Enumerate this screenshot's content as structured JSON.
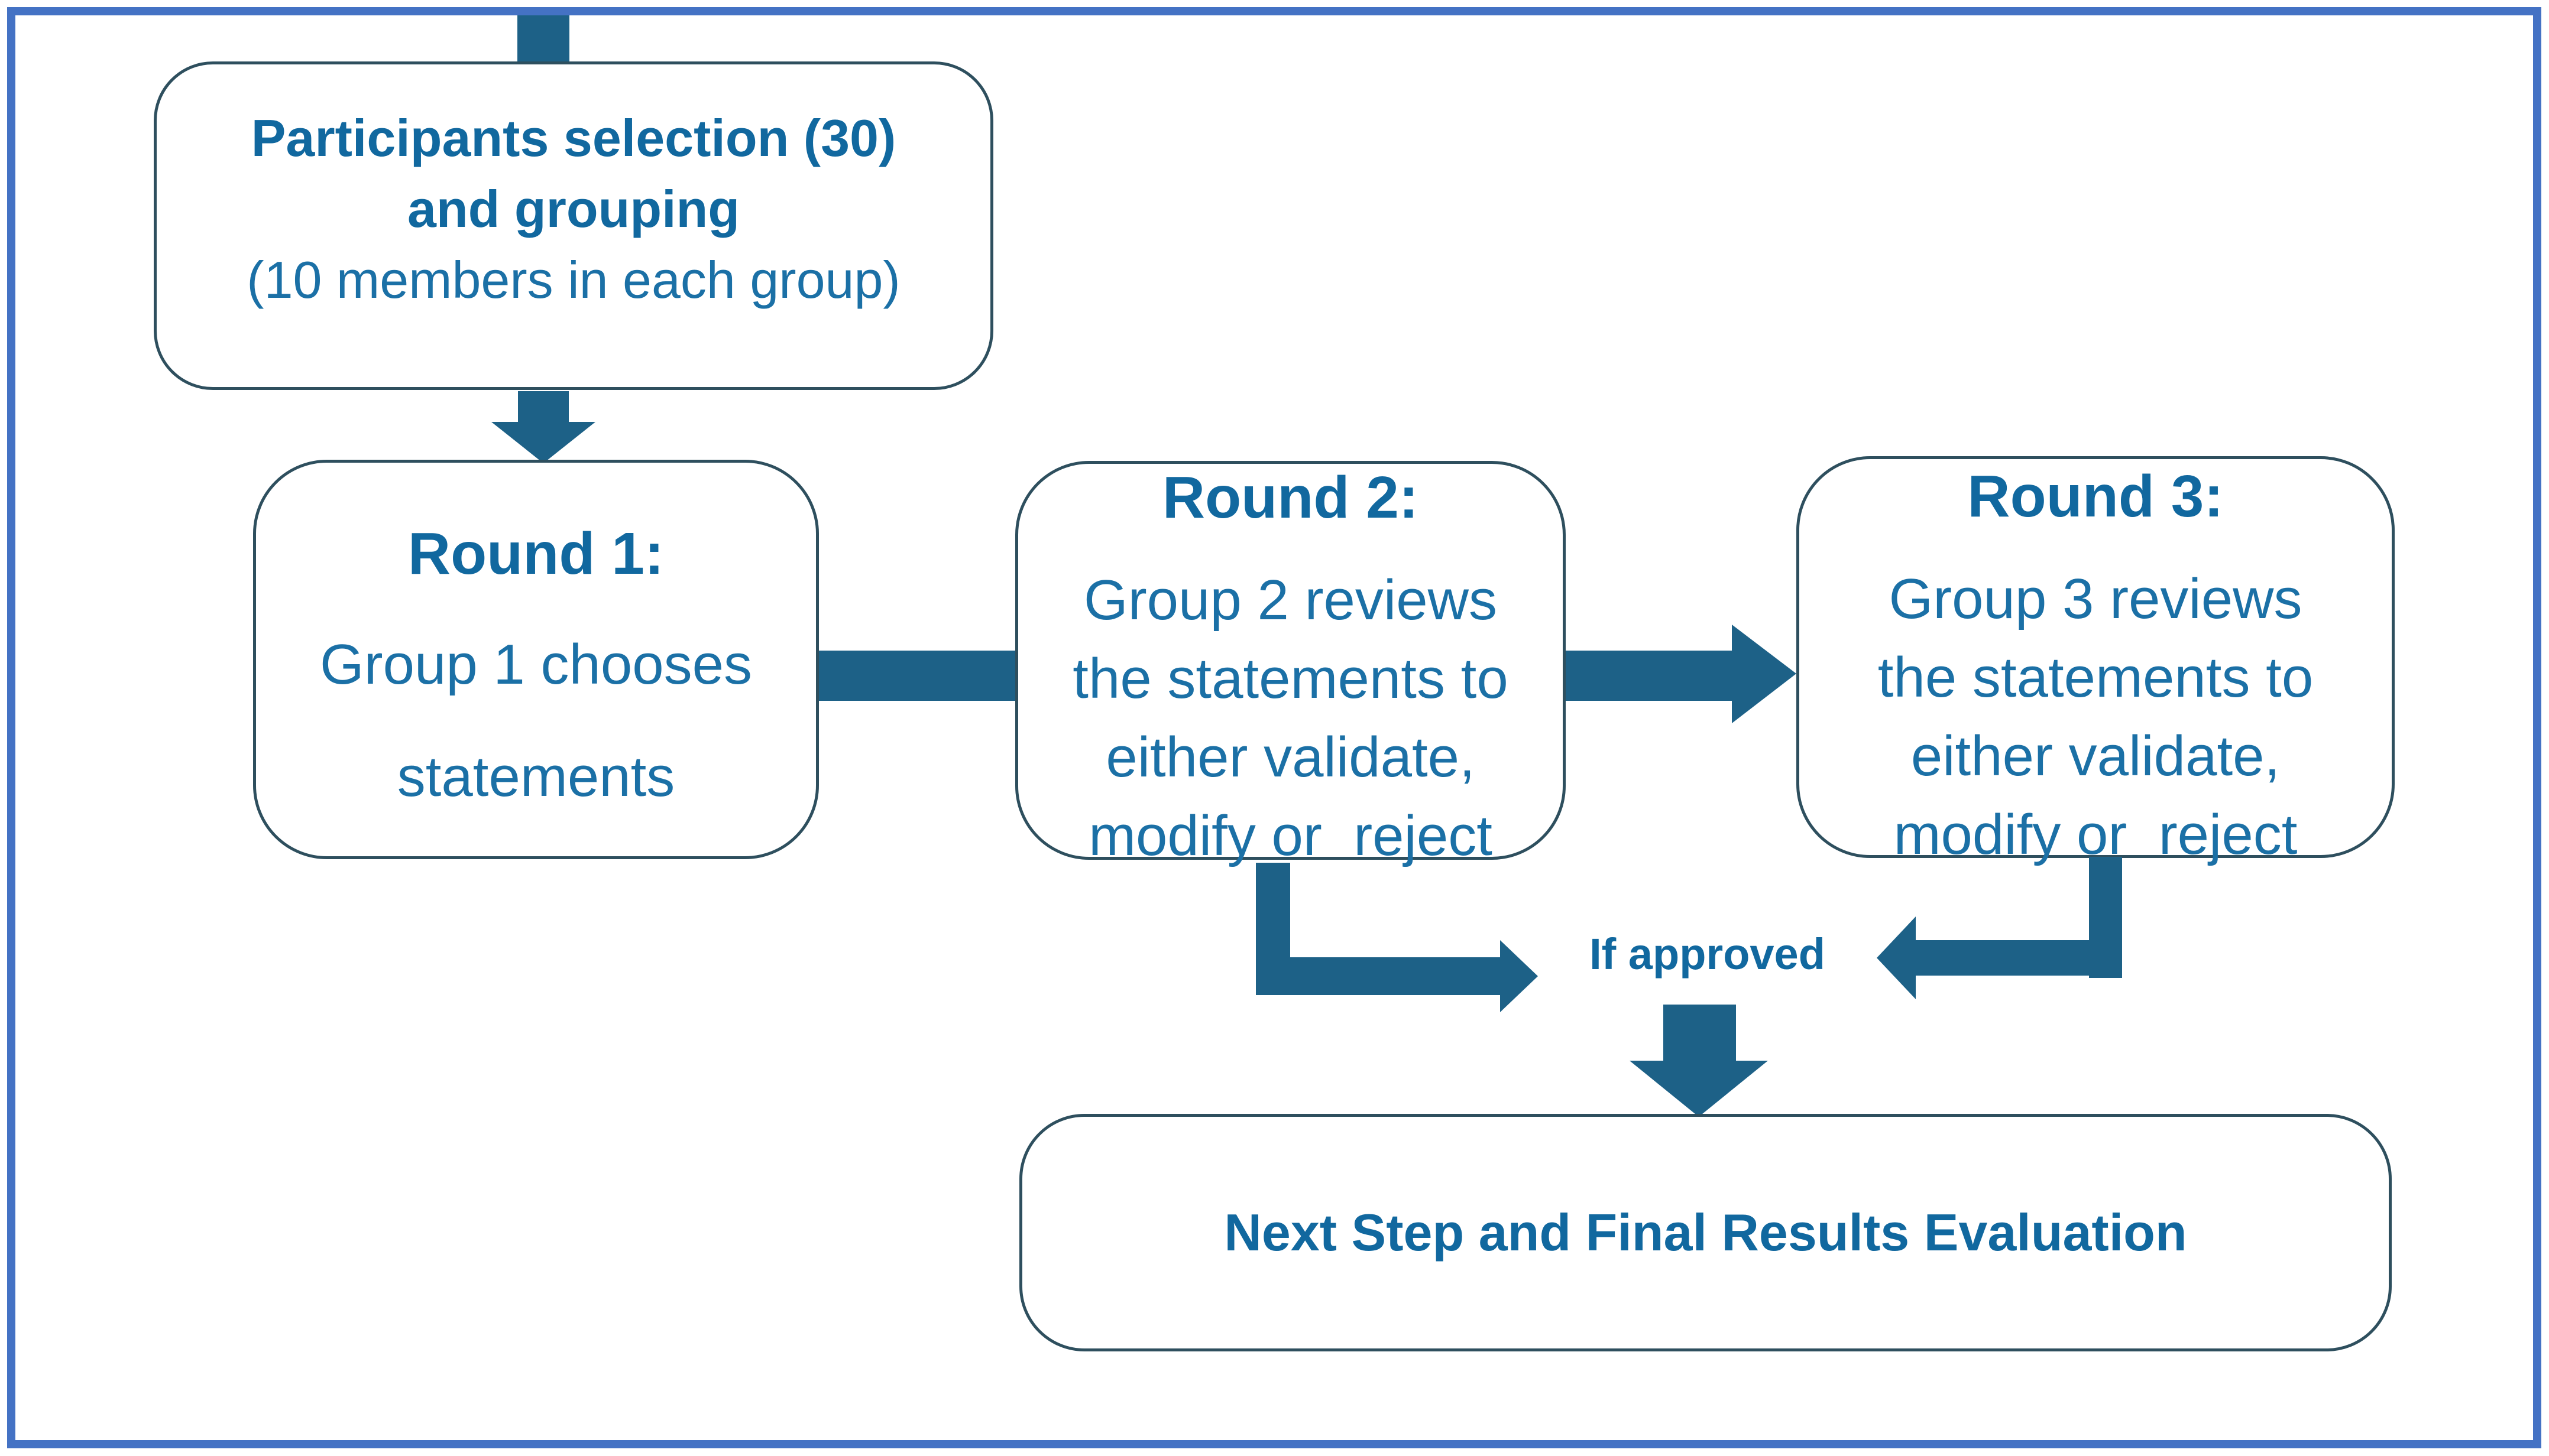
{
  "page": {
    "type": "flowchart",
    "colors": {
      "frame_border": "#4472c4",
      "arrow_fill": "#1d6187",
      "node_border": "#2e4f5e",
      "title_text": "#11689f",
      "body_text": "#1b70a6",
      "background": "#ffffff"
    }
  },
  "boxes": {
    "participants": {
      "lines": [
        "Participants selection (30)",
        "and grouping",
        "(10 members in each group)"
      ]
    },
    "round1": {
      "title": "Round 1:",
      "lines": [
        "Group 1 chooses",
        "statements"
      ]
    },
    "round2": {
      "title": "Round 2:",
      "lines": [
        "Group 2 reviews",
        "the statements to",
        "either validate,",
        "modify or  reject"
      ]
    },
    "round3": {
      "title": "Round 3:",
      "lines": [
        "Group 3 reviews",
        "the statements to",
        "either validate,",
        "modify or  reject"
      ]
    },
    "final": {
      "label": "Next Step and Final Results Evaluation"
    }
  },
  "labels": {
    "if_approved": "If approved"
  }
}
